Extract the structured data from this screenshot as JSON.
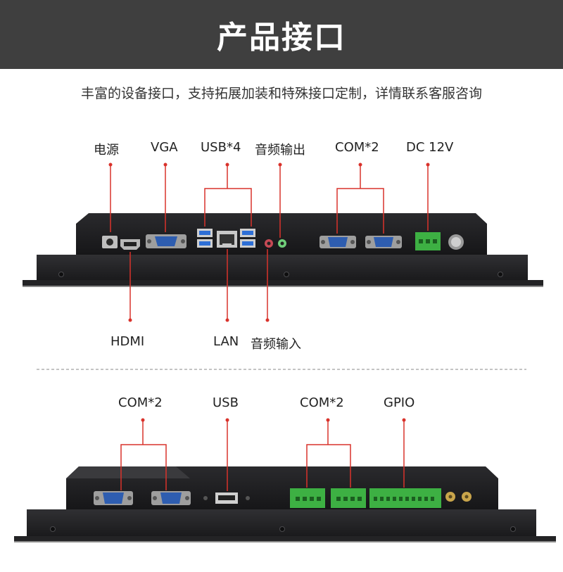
{
  "header": {
    "title": "产品接口"
  },
  "subtitle": "丰富的设备接口，支持拓展加装和特殊接口定制，详情联系客服咨询",
  "top_panel": {
    "labels_above": [
      "电源",
      "VGA",
      "USB*4",
      "音频输出",
      "COM*2",
      "DC 12V"
    ],
    "labels_below": [
      "HDMI",
      "LAN",
      "音频输入"
    ]
  },
  "bottom_panel": {
    "labels_above": [
      "COM*2",
      "USB",
      "COM*2",
      "GPIO"
    ]
  },
  "colors": {
    "header_bg": "#3f3f3f",
    "panel_dark": "#1f1f21",
    "callout_red": "#d9322b",
    "terminal_green": "#3db043",
    "port_blue": "#2e5db0"
  }
}
